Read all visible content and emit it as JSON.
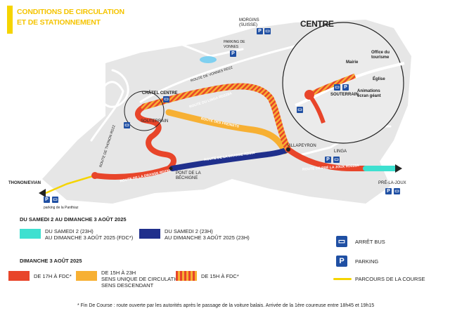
{
  "title": {
    "line1": "CONDITIONS DE CIRCULATION",
    "line2": "ET DE STATIONNEMENT"
  },
  "map": {
    "centre_label": "CENTRE",
    "places": {
      "chatel_centre": "CHÂTEL CENTRE",
      "souterrain": "SOUTERRAIN",
      "thonon_evian": "THONON/EVIAN",
      "parking_panthiaz": "parking de la Panthiaz",
      "pont_bechigne": "PONT DE LA BÉCHIGNE",
      "villapeyron": "VILLAPEYRON",
      "linga": "LINGA",
      "pre_la_joux": "PRÉ-LA-JOUX",
      "morgins": "MORGINS (SUISSE)",
      "parking_vonnes": "PARKING DE VONNES",
      "mairie": "Mairie",
      "office_tourisme": "Office du tourisme",
      "eglise": "Église",
      "animations": "Animations écran géant",
      "souterrain_inset": "SOUTERRAIN"
    },
    "roads": {
      "route_linga": "ROUTE DU LINGA RD228A",
      "route_dranse_1": "ROUTE DE LA DRANSE RD230",
      "route_dranse_2": "ROUTE DE LA DRANSE RD230",
      "route_pre_joux": "ROUTE DE PRÉ LA JOUX RD228A",
      "route_freinets": "ROUTE DES FREINETS",
      "route_vonnes": "ROUTE DE VONNES RD22",
      "route_thonon": "ROUTE DE THONON RD22"
    },
    "icons": {
      "bus": "bus-icon",
      "parking": "P"
    }
  },
  "legend": {
    "period1_header": "DU SAMEDI 2 AU DIMANCHE 3 AOÛT 2025",
    "cyan_line1": "DU SAMEDI 2 (23H)",
    "cyan_line2": "AU DIMANCHE 3 AOÛT 2025 (FDC*)",
    "navy_line1": "DU SAMEDI 2 (23H)",
    "navy_line2": "AU DIMANCHE 3 AOÛT 2025 (23H)",
    "period2_header": "DIMANCHE 3 AOÛT 2025",
    "red_text": "DE 17H À FDC*",
    "orange_line1": "DE 15H À 23H",
    "orange_line2": "SENS UNIQUE DE CIRCULATION",
    "orange_line3": "SENS DESCENDANT",
    "striped_text": "DE 15H À FDC*",
    "bus_label": "ARRÊT BUS",
    "parking_label": "PARKING",
    "course_label": "PARCOURS DE LA COURSE",
    "footnote": "* Fin De Course : route ouverte par les autorités après le passage de la voiture balais. Arrivée de la 1ère coureuse entre 18h45 et 19h15"
  },
  "colors": {
    "red": "#e8452a",
    "orange": "#f7b033",
    "navy": "#1f2f8c",
    "cyan": "#3ee0d0",
    "yellow": "#f5d400",
    "blue": "#1f4fa3"
  }
}
